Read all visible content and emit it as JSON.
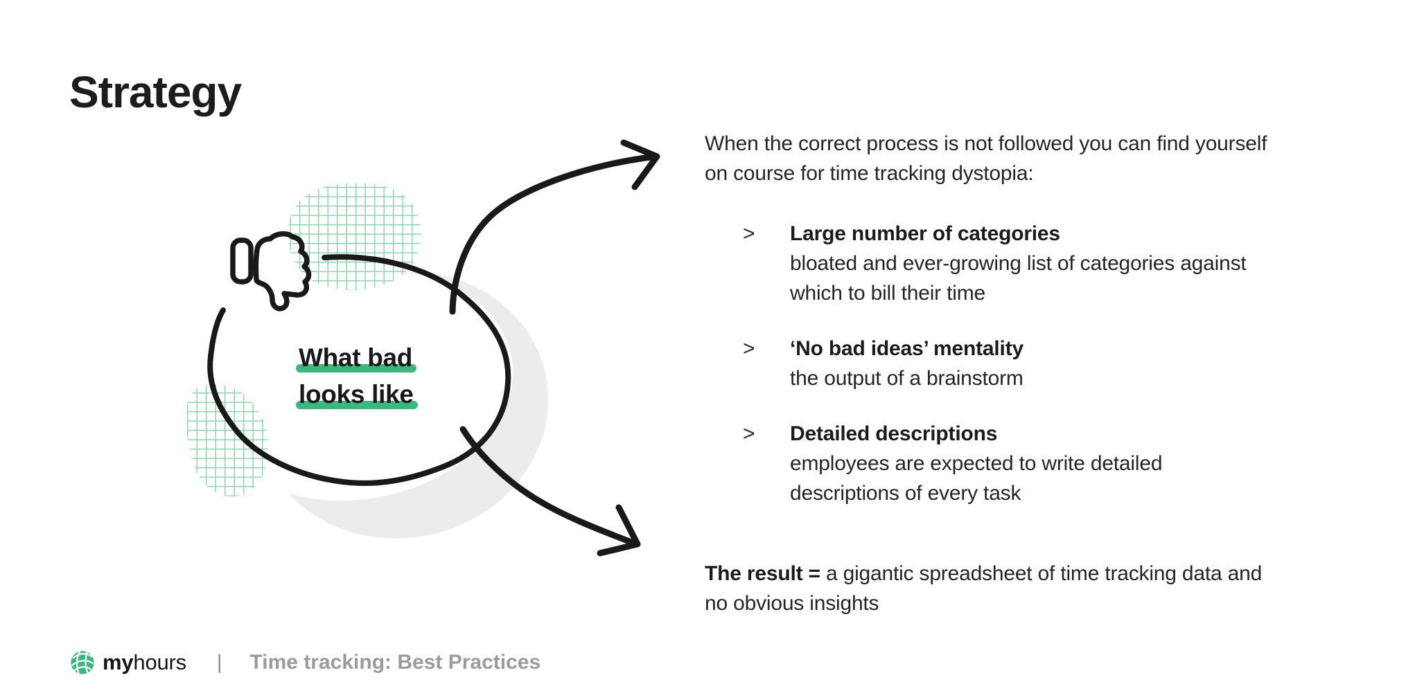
{
  "slide": {
    "title": "Strategy",
    "graphic": {
      "label_line1": "What bad",
      "label_line2": "looks like"
    },
    "intro": "When the correct process is not followed you can find yourself on course for time tracking dystopia:",
    "bullets": [
      {
        "marker": ">",
        "heading": "Large number of categories",
        "description": "bloated and ever-growing list of categories against which to bill their time"
      },
      {
        "marker": ">",
        "heading": "‘No bad ideas’ mentality",
        "description": "the output of a brainstorm"
      },
      {
        "marker": ">",
        "heading": "Detailed descriptions",
        "description": "employees are expected to write detailed descriptions of every task"
      }
    ],
    "result": {
      "prefix": "The result =",
      "text": " a gigantic spreadsheet of time tracking data and no obvious insights"
    },
    "footer": {
      "brand_bold": "my",
      "brand_light": "hours",
      "divider": "|",
      "caption": "Time tracking: Best Practices"
    },
    "colors": {
      "accent_green": "#3cb87f",
      "grid_green": "#85d6a6",
      "shadow_gray": "#ececec",
      "ink": "#191919",
      "caption_gray": "#9b9b9b"
    }
  }
}
